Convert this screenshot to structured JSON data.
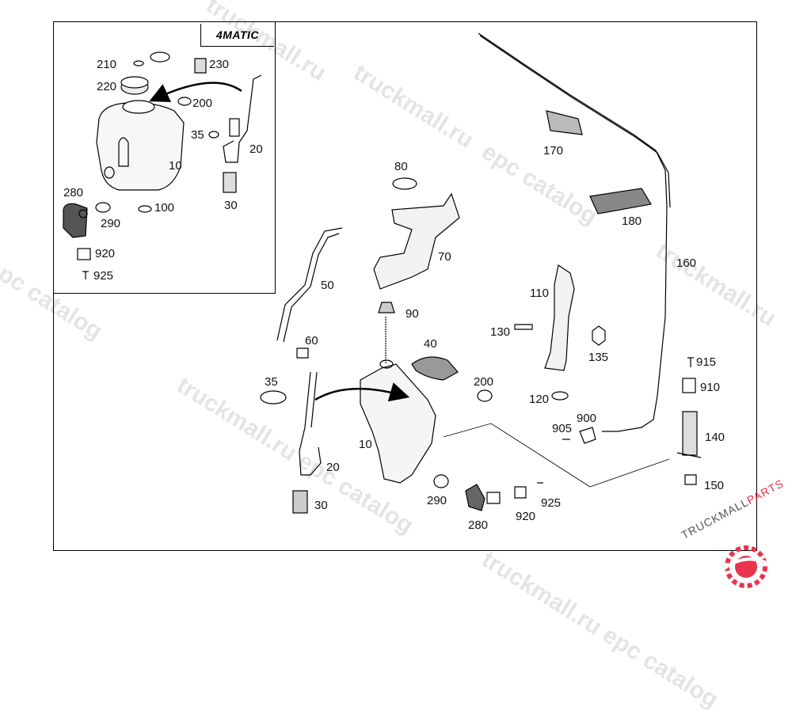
{
  "inset": {
    "badge": "4MATIC",
    "labels": {
      "l210": "210",
      "l230": "230",
      "l220": "220",
      "l200": "200",
      "l35": "35",
      "l20": "20",
      "l10": "10",
      "l280": "280",
      "l290": "290",
      "l100": "100",
      "l30": "30",
      "l920": "920",
      "l925": "925"
    }
  },
  "main": {
    "labels": {
      "l170": "170",
      "l180": "180",
      "l160": "160",
      "l80": "80",
      "l70": "70",
      "l50": "50",
      "l90": "90",
      "l60": "60",
      "l40": "40",
      "l110": "110",
      "l130": "130",
      "l135": "135",
      "l200": "200",
      "l120": "120",
      "l35": "35",
      "l20": "20",
      "l10": "10",
      "l900": "900",
      "l905": "905",
      "l915": "915",
      "l910": "910",
      "l140": "140",
      "l150": "150",
      "l290": "290",
      "l925": "925",
      "l920": "920",
      "l280": "280",
      "l30": "30"
    }
  },
  "watermarks": [
    "truckmall.ru",
    "epc catalog",
    "truckmall.ru",
    "epc catalog",
    "truckmall.ru epc catalog",
    "truckmall.ru epc catalog",
    "truckmall.ru"
  ],
  "logo": {
    "text_main": "TRUCKMALL",
    "text_accent": "PARTS",
    "accent_color": "#e8344e"
  }
}
